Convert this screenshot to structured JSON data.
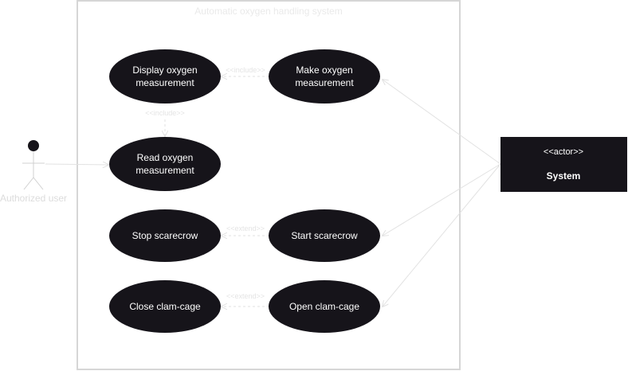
{
  "system": {
    "title": "Automatic oxygen handling system"
  },
  "actors": {
    "user": {
      "label": "Authorized user"
    },
    "system": {
      "stereotype": "<<actor>>",
      "label": "System"
    }
  },
  "use_cases": {
    "display_oxygen": {
      "line1": "Display oxygen",
      "line2": "measurement"
    },
    "make_oxygen": {
      "line1": "Make oxygen",
      "line2": "measurement"
    },
    "read_oxygen": {
      "line1": "Read oxygen",
      "line2": "measurement"
    },
    "stop_scarecrow": {
      "label": "Stop scarecrow"
    },
    "start_scarecrow": {
      "label": "Start scarecrow"
    },
    "close_cage": {
      "label": "Close clam-cage"
    },
    "open_cage": {
      "label": "Open clam-cage"
    }
  },
  "relations": {
    "include_display_make": "<<include>>",
    "include_display_read": "<<include>>",
    "extend_scarecrow": "<<extend>>",
    "extend_cage": "<<extend>>"
  }
}
